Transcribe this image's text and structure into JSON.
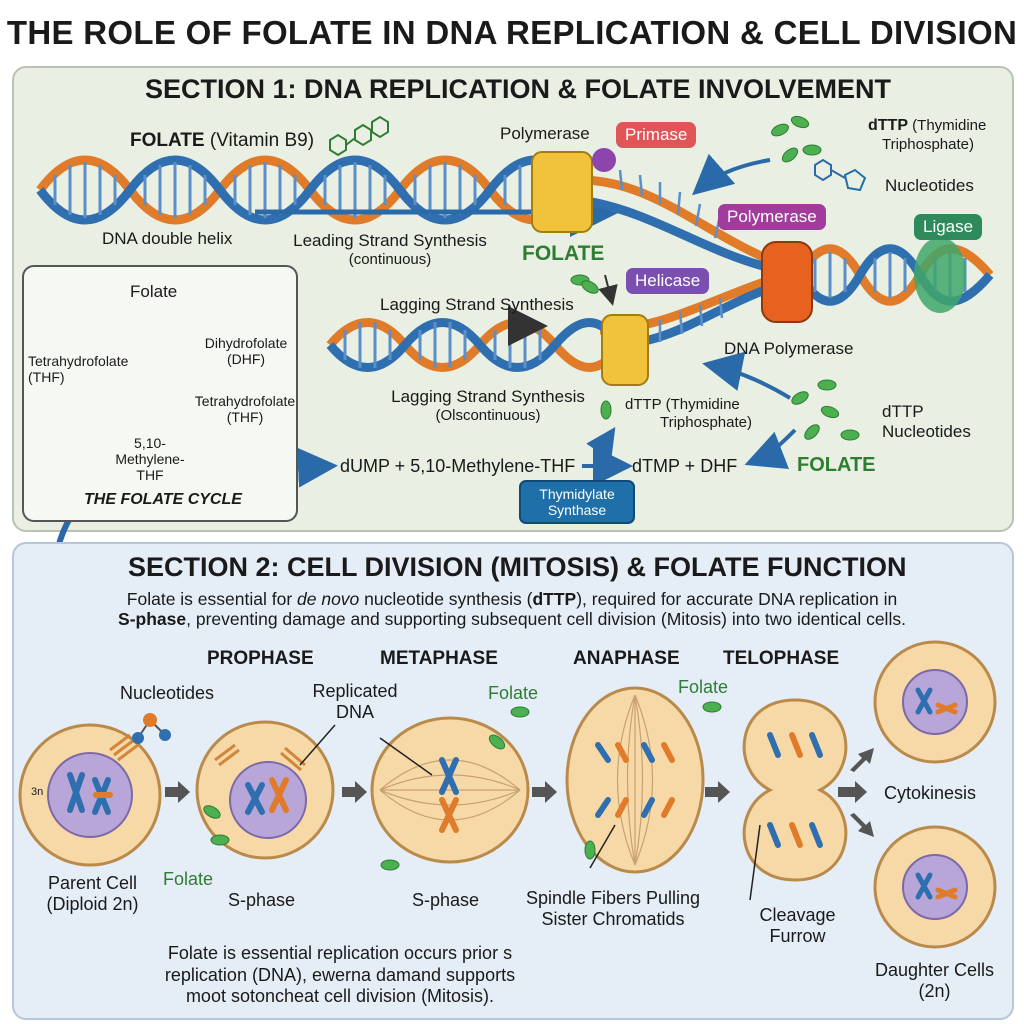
{
  "title": "THE ROLE OF FOLATE IN DNA REPLICATION & CELL DIVISION",
  "section1": {
    "title": "SECTION 1: DNA REPLICATION & FOLATE INVOLVEMENT",
    "folate_main": "FOLATE",
    "folate_vitamin": "(Vitamin B9)",
    "dna_double_helix": "DNA double helix",
    "polymerase_top": "Polymerase",
    "primase": "Primase",
    "dttp_top_line1": "dTTP",
    "dttp_top_line1b": "(Thymidine",
    "dttp_top_line2": "Triphosphate)",
    "nucleotides_top": "Nucleotides",
    "polymerase_tag": "Polymerase",
    "ligase": "Ligase",
    "helicase": "Helicase",
    "leading_line1": "Leading Strand Synthesis",
    "leading_line2": "(continuous)",
    "folate_center": "FOLATE",
    "lagging_top": "Lagging Strand Synthesis",
    "dna_polymerase": "DNA Polymerase",
    "lagging_bottom_line1": "Lagging Strand Synthesis",
    "lagging_bottom_line2": "(Olscontinuous)",
    "dttp_mid_line1": "dTTP",
    "dttp_mid_line1b": "(Thymidine",
    "dttp_mid_line2": "Triphosphate)",
    "dttp_right_line1": "dTTP",
    "dttp_right_line2": "Nucleotides",
    "folate_right": "FOLATE",
    "reaction_left": "dUMP + 5,10-Methylene-THF",
    "reaction_right": "dTMP + DHF",
    "enzyme_line1": "Thymidylate",
    "enzyme_line2": "Synthase",
    "cycle": {
      "folate": "Folate",
      "dhf_line1": "Dihydrofolate",
      "dhf_line2": "(DHF)",
      "thf_right_line1": "Tetrahydrofolate",
      "thf_right_line2": "(THF)",
      "thf_left_line1": "Tetrahydrofolate",
      "thf_left_line2": "(THF)",
      "methylene_line1": "5,10-",
      "methylene_line2": "Methylene-",
      "methylene_line3": "THF",
      "caption": "THE FOLATE CYCLE"
    }
  },
  "section2": {
    "title": "SECTION 2: CELL DIVISION (MITOSIS) & FOLATE FUNCTION",
    "intro_line1_a": "Folate is essential for ",
    "intro_line1_b": "de novo",
    "intro_line1_c": " nucleotide synthesis (",
    "intro_line1_d": "dTTP",
    "intro_line1_e": "), required for accurate DNA replication in",
    "intro_line2_a": "S-phase",
    "intro_line2_b": ", preventing damage and supporting subsequent cell division (Mitosis) into two identical cells.",
    "phases": [
      "PROPHASE",
      "METAPHASE",
      "ANAPHASE",
      "TELOPHASE"
    ],
    "nucleotides": "Nucleotides",
    "replicated_line1": "Replicated",
    "replicated_line2": "DNA",
    "folate_a": "Folate",
    "folate_b": "Folate",
    "folate_c": "Folate",
    "cell_label_3n": "3n",
    "parent_line1": "Parent Cell",
    "parent_line2": "(Diploid 2n)",
    "sphase_1": "S-phase",
    "sphase_2": "S-phase",
    "spindle_line1": "Spindle Fibers Pulling",
    "spindle_line2": "Sister Chromatids",
    "cleavage_line1": "Cleavage",
    "cleavage_line2": "Furrow",
    "cytokinesis": "Cytokinesis",
    "daughter_line1": "Daughter Cells",
    "daughter_line2": "(2n)",
    "footer_line1": "Folate is essential replication occurs prior s",
    "footer_line2": "replication (DNA), ewerna damand supports",
    "footer_line3": "moot sotoncheat cell division (Mitosis)."
  },
  "colors": {
    "section1_bg": "#e9efe3",
    "section2_bg": "#e5edf6",
    "primase": "#e05558",
    "polymerase": "#a23c9c",
    "helicase": "#7b4fb0",
    "ligase": "#2f8a5b",
    "enzyme": "#1f6fa8",
    "folate": "#2e7d32",
    "strand_orange": "#e07b2a",
    "strand_blue": "#2f6fb0",
    "cell_fill": "#f7d9a8",
    "nucleus_fill": "#b9a6d8"
  }
}
